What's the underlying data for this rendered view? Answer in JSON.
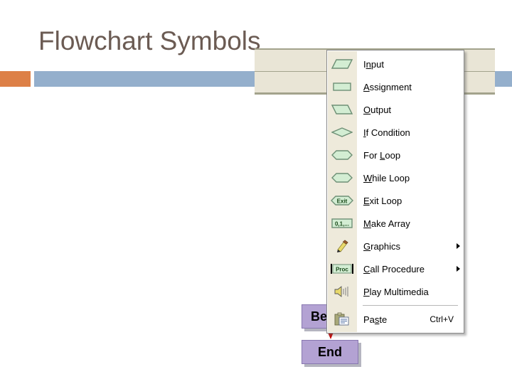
{
  "slide": {
    "title": "Flowchart Symbols",
    "title_color": "#6B5B53",
    "accent_orange": "#DD8047",
    "accent_blue": "#94AFCC",
    "background": "#FFFFFF"
  },
  "flowchart": {
    "begin_label": "Be",
    "end_label": "End",
    "box_color": "#B3A2D3",
    "arrow_color": "#CC0000"
  },
  "context_menu": {
    "background": "#FFFFFF",
    "gutter_color": "#EEEADB",
    "shape_fill": "#D3EDD3",
    "shape_stroke": "#6E9076",
    "items": [
      {
        "label_pre": "I",
        "label_key": "n",
        "label_post": "put",
        "icon": "parallelogram-right-icon",
        "accel": "",
        "submenu": false
      },
      {
        "label_pre": "",
        "label_key": "A",
        "label_post": "ssignment",
        "icon": "rectangle-icon",
        "accel": "",
        "submenu": false
      },
      {
        "label_pre": "",
        "label_key": "O",
        "label_post": "utput",
        "icon": "parallelogram-left-icon",
        "accel": "",
        "submenu": false
      },
      {
        "label_pre": "",
        "label_key": "I",
        "label_post": "f Condition",
        "icon": "diamond-icon",
        "accel": "",
        "submenu": false
      },
      {
        "label_pre": "For ",
        "label_key": "L",
        "label_post": "oop",
        "icon": "hexagon-icon",
        "accel": "",
        "submenu": false
      },
      {
        "label_pre": "",
        "label_key": "W",
        "label_post": "hile Loop",
        "icon": "hexagon-icon",
        "accel": "",
        "submenu": false
      },
      {
        "label_pre": "",
        "label_key": "E",
        "label_post": "xit Loop",
        "icon": "exit-hexagon-icon",
        "accel": "",
        "submenu": false
      },
      {
        "label_pre": "",
        "label_key": "M",
        "label_post": "ake Array",
        "icon": "array-box-icon",
        "accel": "",
        "submenu": false
      },
      {
        "label_pre": "",
        "label_key": "G",
        "label_post": "raphics",
        "icon": "pencil-icon",
        "accel": "",
        "submenu": true
      },
      {
        "label_pre": "",
        "label_key": "C",
        "label_post": "all Procedure",
        "icon": "proc-icon",
        "accel": "",
        "submenu": true
      },
      {
        "label_pre": "",
        "label_key": "P",
        "label_post": "lay Multimedia",
        "icon": "speaker-icon",
        "accel": "",
        "submenu": false
      },
      {
        "label_pre": "Pa",
        "label_key": "s",
        "label_post": "te",
        "icon": "paste-clipboard-icon",
        "accel": "Ctrl+V",
        "submenu": false
      }
    ],
    "exit_icon_text": "Exit",
    "array_icon_text": "0,1,...",
    "proc_icon_text": "Proc"
  },
  "toolbar_strip": {
    "background": "#E9E5D6",
    "border_color": "#A3A38C"
  }
}
